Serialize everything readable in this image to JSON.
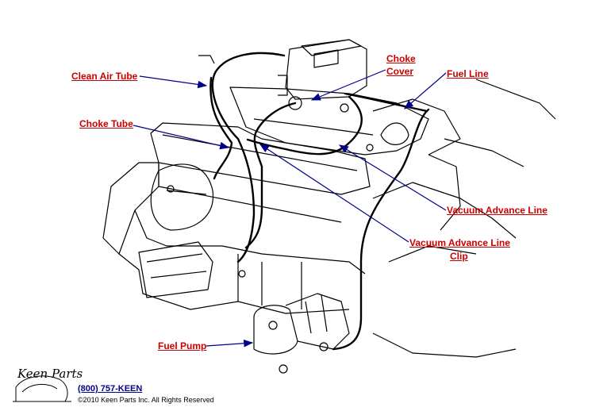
{
  "colors": {
    "label": "#cc0000",
    "leader": "#00008b",
    "line": "#000000",
    "brand": "#00008b"
  },
  "callouts": {
    "clean_air_tube": "Clean Air Tube",
    "choke_cover_line1": "Choke",
    "choke_cover_line2": "Cover",
    "fuel_line": "Fuel Line",
    "choke_tube": "Choke Tube",
    "vacuum_advance_line": "Vacuum Advance Line",
    "vacuum_advance_line_clip_line1": "Vacuum Advance Line",
    "vacuum_advance_line_clip_line2": "Clip",
    "fuel_pump": "Fuel Pump"
  },
  "footer": {
    "logo": "Keen Parts",
    "phone": "(800) 757-KEEN",
    "copyright": "©2010 Keen Parts Inc. All Rights Reserved"
  }
}
